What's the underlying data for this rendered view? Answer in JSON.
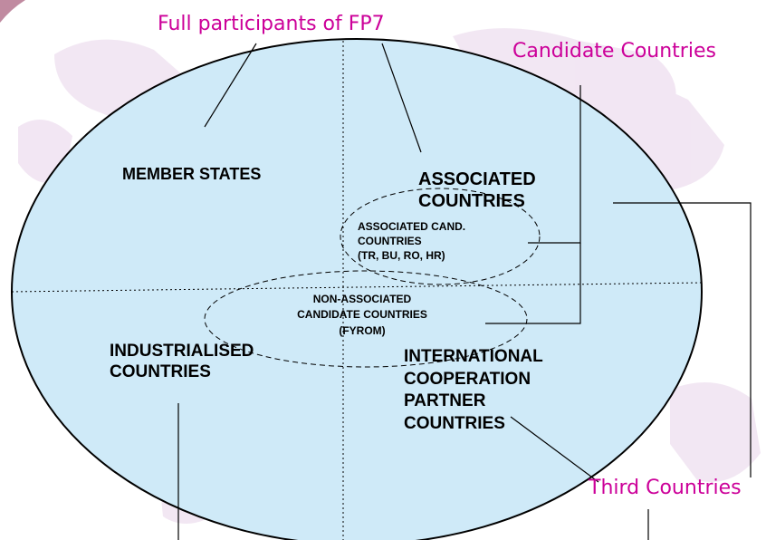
{
  "labels": {
    "full_participants": "Full participants of FP7",
    "candidate_countries": "Candidate Countries",
    "third_countries": "Third Countries",
    "member_states": "MEMBER STATES",
    "associated_countries_1": "ASSOCIATED",
    "associated_countries_2": "COUNTRIES",
    "assoc_cand_1": "ASSOCIATED CAND.",
    "assoc_cand_2": "COUNTRIES",
    "assoc_cand_3": "(TR, BU, RO, HR)",
    "non_assoc_1": "NON-ASSOCIATED",
    "non_assoc_2": "CANDIDATE COUNTRIES",
    "non_assoc_3": "(FYROM)",
    "industrialised_1": "INDUSTRIALISED",
    "industrialised_2": "COUNTRIES",
    "intl_coop_1": "INTERNATIONAL",
    "intl_coop_2": "COOPERATION",
    "intl_coop_3": "PARTNER",
    "intl_coop_4": "COUNTRIES"
  },
  "colors": {
    "ellipse_fill": "#cfeaf8",
    "background_map": "#f3e6f3",
    "callout_text": "#cc0099",
    "line": "#000000"
  }
}
